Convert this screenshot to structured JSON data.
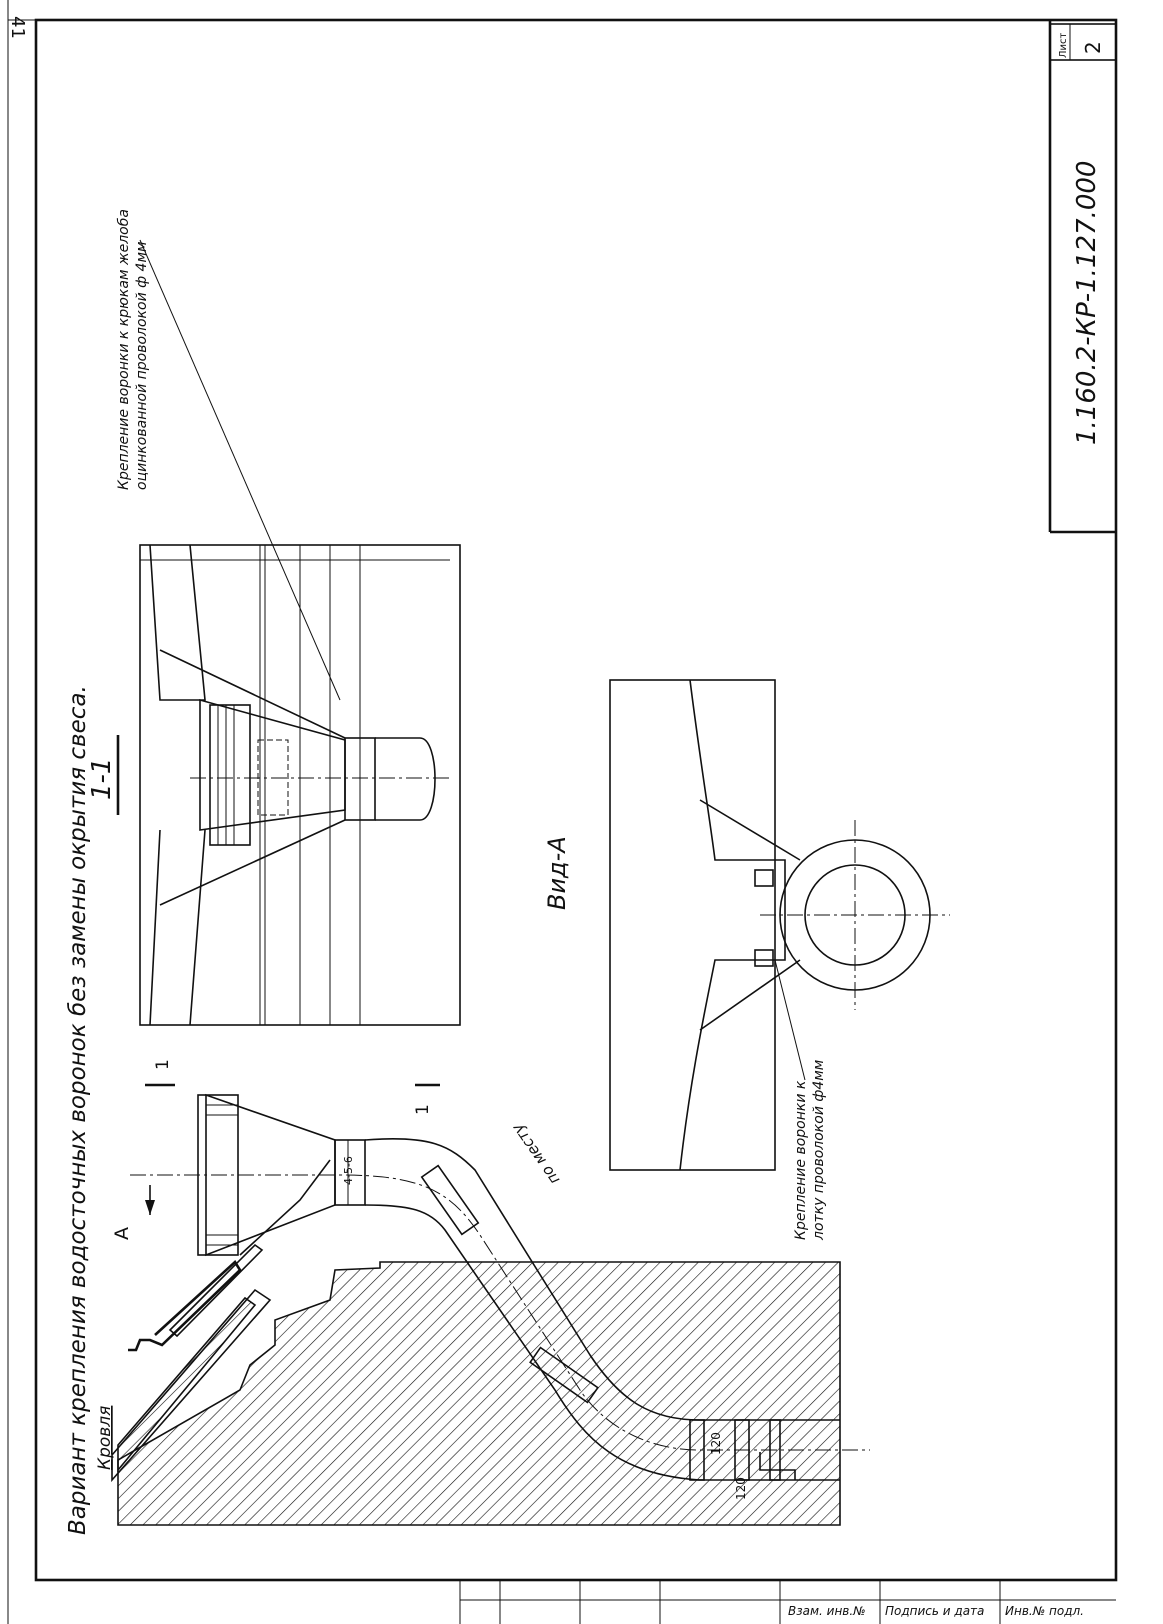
{
  "corner_number": "41",
  "title": "Вариант крепления водосточных воронок без замены окрытия свеса.",
  "labels": {
    "roof": "Кровля",
    "section_mark": "1-1",
    "view_a": "Вид-А",
    "arrow_a": "А",
    "section_cut_top": "1",
    "section_cut_bottom": "1",
    "by_place": "по месту",
    "dim_120_a": "120",
    "dim_120_b": "120",
    "ring_dim": "4-5-6"
  },
  "annotations": {
    "fastening_hook_line1": "Крепление воронки к крюкам желоба",
    "fastening_hook_line2": "оцинкованной проволокой ф 4мм",
    "fastening_tray_line1": "Крепление воронки к",
    "fastening_tray_line2": "лотку проволокой ф4мм"
  },
  "title_block": {
    "sheet_label": "Лист",
    "sheet_number": "2",
    "document_code": "1.160.2-КР-1.127.000",
    "stamp_inv_no": "Инв.№ подл.",
    "stamp_sign_date": "Подпись и дата",
    "stamp_replace_inv": "Взам. инв.№"
  }
}
